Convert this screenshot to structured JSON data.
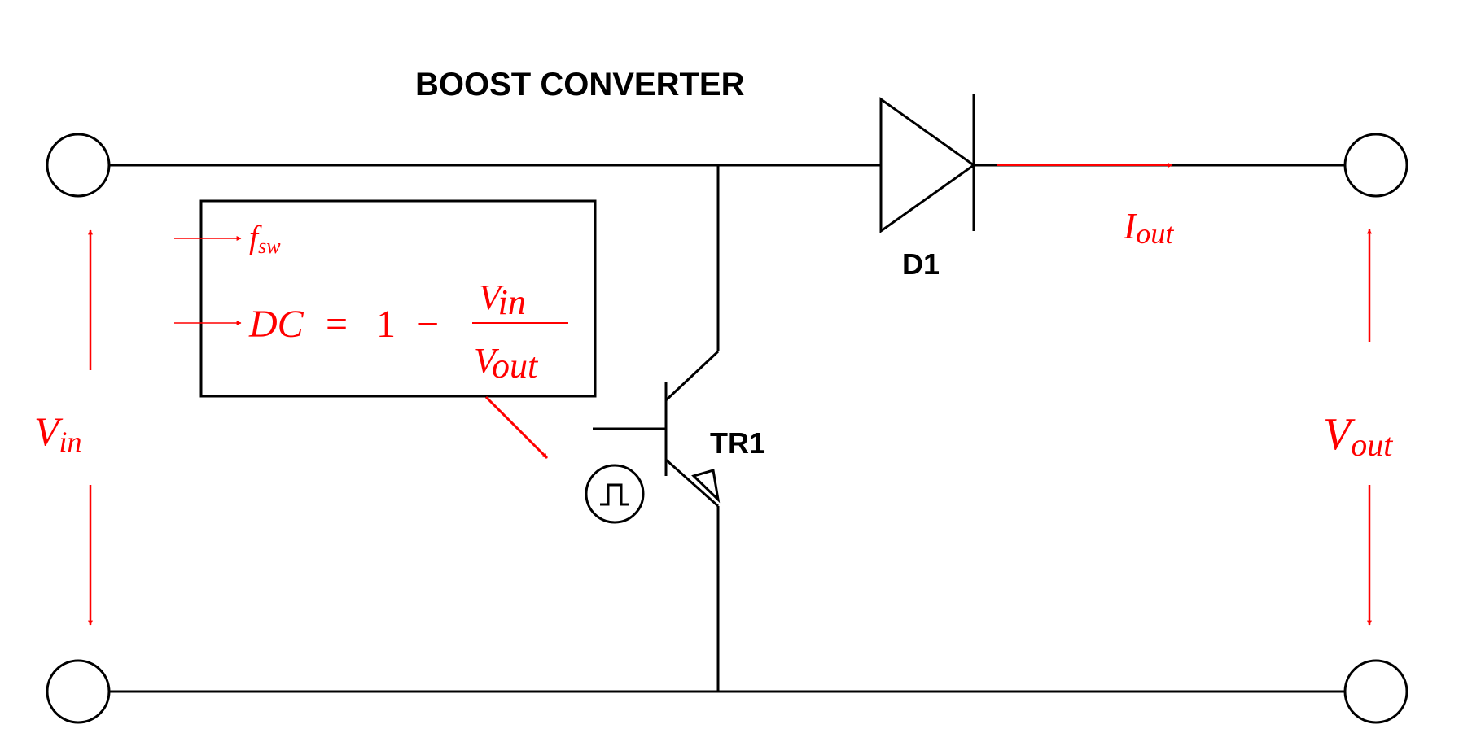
{
  "diagram": {
    "title": "BOOST CONVERTER",
    "diode_label": "D1",
    "transistor_label": "TR1",
    "input_voltage": {
      "base": "V",
      "sub": "in"
    },
    "output_voltage": {
      "base": "V",
      "sub": "out"
    },
    "output_current": {
      "base": "I",
      "sub": "out"
    },
    "switching_frequency": {
      "base": "f",
      "sub": "sw"
    },
    "duty_cycle": {
      "lhs": "DC",
      "eq": "=",
      "one": "1",
      "minus": "−",
      "numerator": {
        "base": "V",
        "sub": "in"
      },
      "denominator": {
        "base": "V",
        "sub": "out"
      }
    },
    "pulse_symbol": "⎍",
    "colors": {
      "wire": "#000000",
      "annotation": "#ff0000",
      "background": "#ffffff"
    }
  }
}
